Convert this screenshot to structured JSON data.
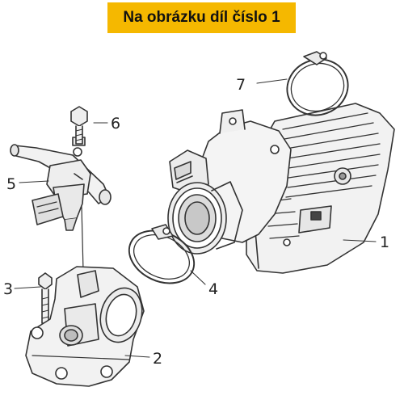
{
  "header": {
    "title": "Na obrázku díl číslo 1",
    "background": "#f5b800"
  },
  "callouts": [
    {
      "label": "1",
      "part": "throttle-body"
    },
    {
      "label": "2",
      "part": "intake-manifold"
    },
    {
      "label": "3",
      "part": "manifold-bolt"
    },
    {
      "label": "4",
      "part": "hose-clamp-small"
    },
    {
      "label": "5",
      "part": "fuel-injector"
    },
    {
      "label": "6",
      "part": "injector-bolt"
    },
    {
      "label": "7",
      "part": "hose-clamp-large"
    }
  ],
  "colors": {
    "line": "#333333",
    "part_fill": "#f7f7f7",
    "part_shade": "#d9d9d9"
  }
}
